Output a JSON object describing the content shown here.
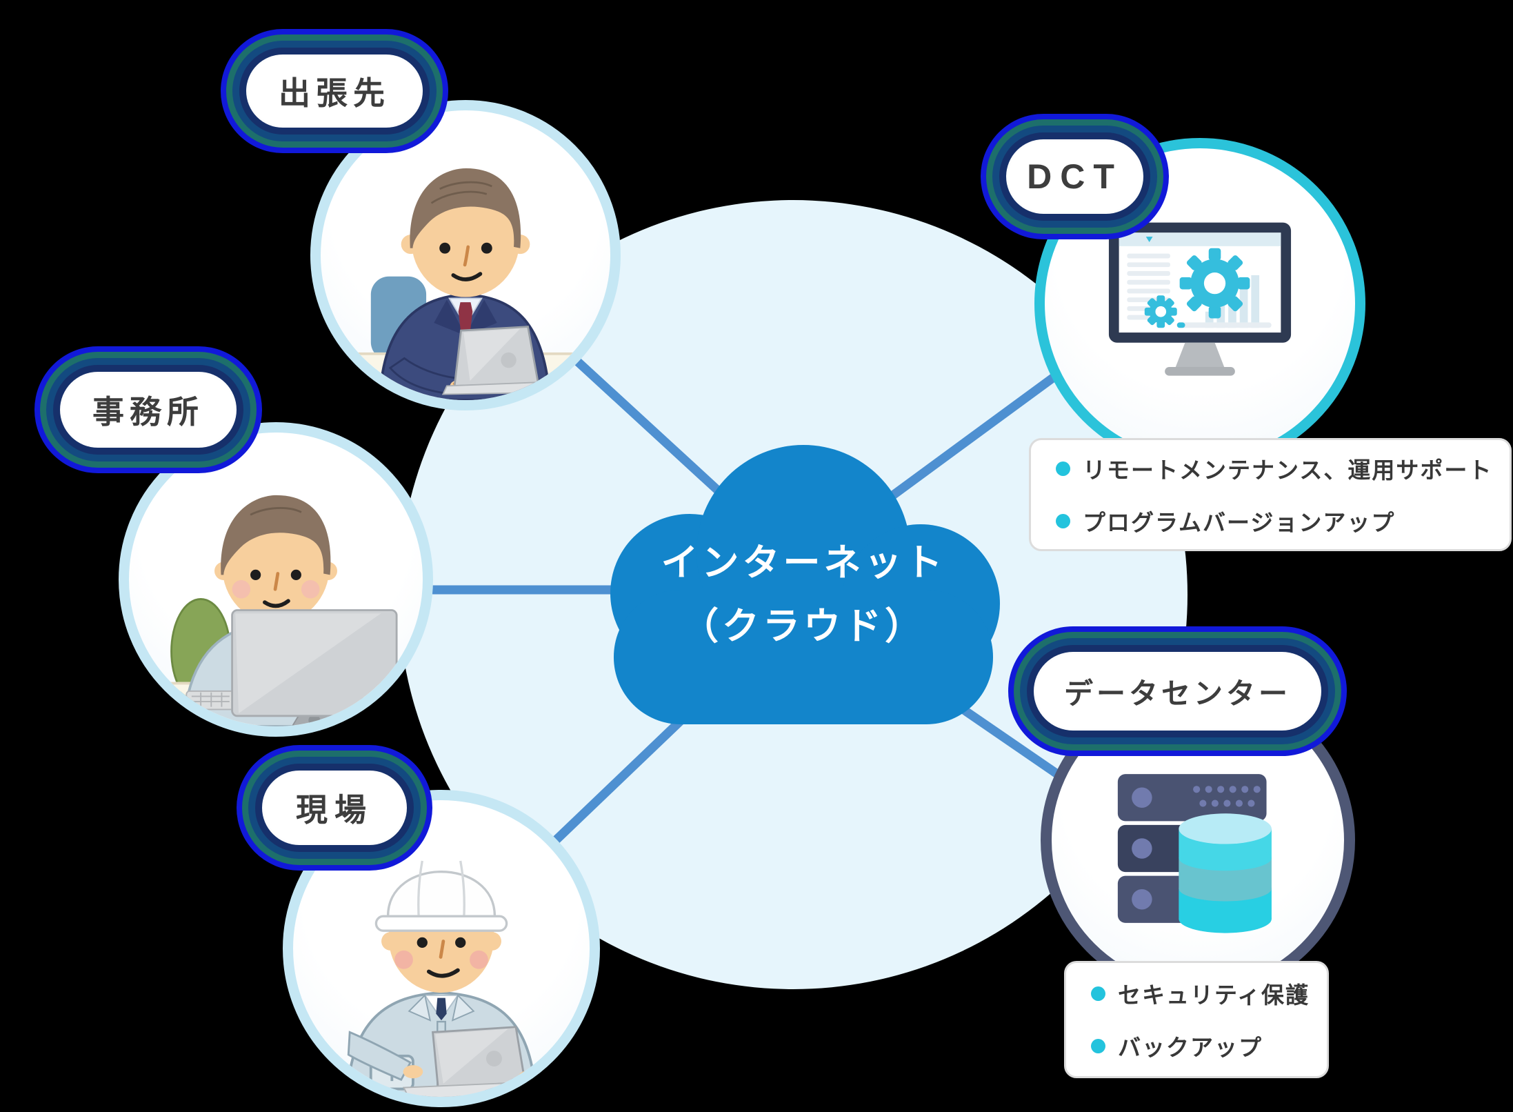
{
  "nodes": {
    "trip": {
      "label": "出張先"
    },
    "office": {
      "label": "事務所"
    },
    "site": {
      "label": "現場"
    },
    "dct": {
      "label": "DCT"
    },
    "datacenter": {
      "label": "データセンター"
    }
  },
  "cloud": {
    "line1": "インターネット",
    "line2": "（クラウド）",
    "color": "#1385cb",
    "text_color": "#ffffff"
  },
  "dct_card": {
    "items": [
      "リモートメンテナンス、運用サポート",
      "プログラムバージョンアップ"
    ],
    "bullet_color": "#23c3dd"
  },
  "datacenter_card": {
    "items": [
      "セキュリティ保護",
      "バックアップ"
    ],
    "bullet_color": "#23c3dd"
  },
  "icons": {
    "trip": "businessman-laptop-icon",
    "office": "office-worker-desktop-icon",
    "site": "construction-worker-laptop-icon",
    "dct": "monitor-gears-icon",
    "datacenter": "server-database-icon",
    "center": "cloud-icon"
  },
  "colors": {
    "background": "#000000",
    "backdrop_circle": "#e6f5fc",
    "connection_line": "#4e90d1",
    "person_circle_border": "#c5e7f4",
    "dct_circle_border": "#2bc3da",
    "datacenter_circle_border": "#4e5775",
    "pill_text": "#3d3d3d",
    "glow_rings": [
      "#16306b",
      "#134a80",
      "#1d6f6b",
      "#1119d9"
    ],
    "gear": "#35bedd",
    "server_body": "#4a5372",
    "database_cyan": "#28cfe3"
  }
}
